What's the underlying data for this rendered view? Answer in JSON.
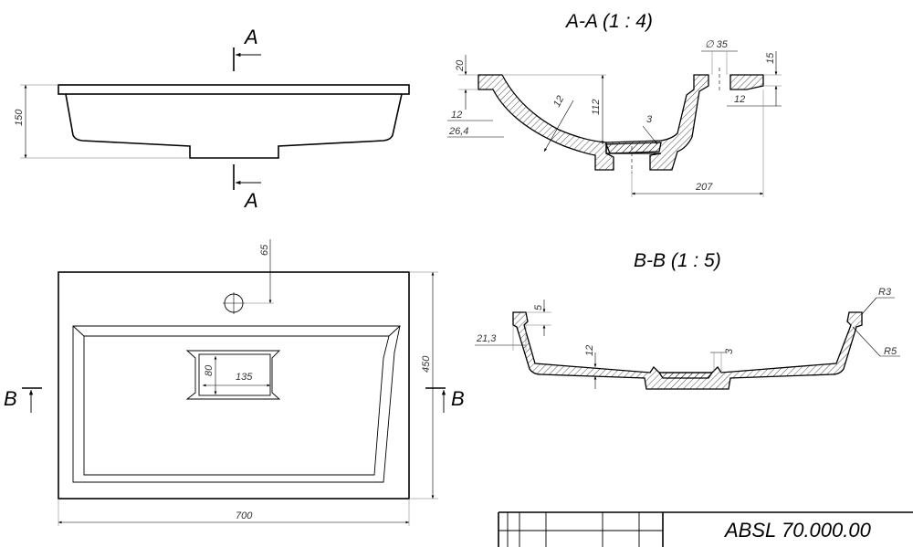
{
  "section_a_title": "A-A (1 : 4)",
  "section_b_title": "B-B (1 : 5)",
  "cut_a_label": "A",
  "cut_b_label": "B",
  "dimensions": {
    "side_height": "150",
    "hole_offset": "65",
    "width": "700",
    "depth": "450",
    "drain_height": "80",
    "drain_width": "135",
    "aa_rim": "20",
    "aa_rim_width": "12",
    "aa_rim_offset": "26,4",
    "aa_wall": "12",
    "aa_depth": "112",
    "aa_gap": "3",
    "aa_hole_dia": "35",
    "aa_right_rim": "15",
    "aa_right_rim_width": "12",
    "aa_half_length": "207",
    "bb_rim": "5",
    "bb_rim_offset": "21,3",
    "bb_wall": "12",
    "bb_gap": "3",
    "bb_radius_top": "R3",
    "bb_radius_bottom": "R5"
  },
  "title_block": {
    "code": "ABSL 70.000.00"
  }
}
